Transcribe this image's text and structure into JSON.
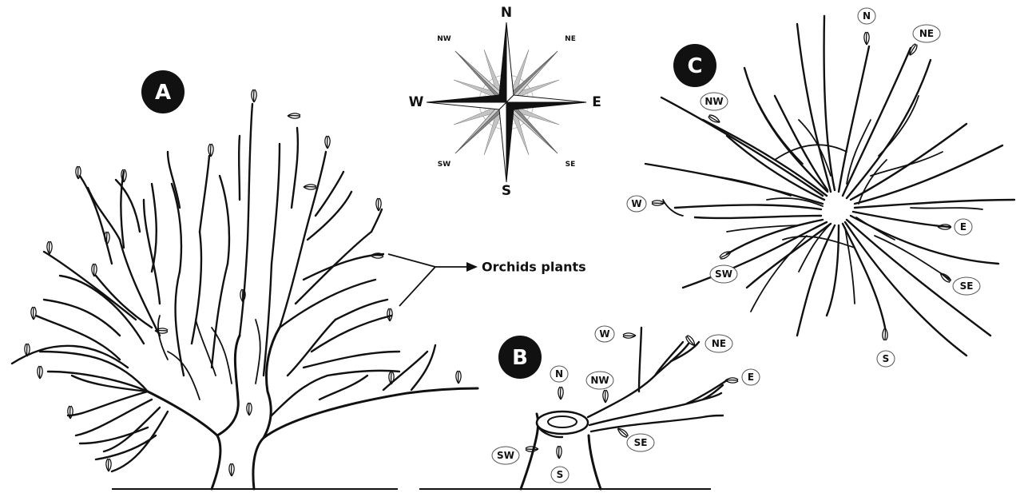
{
  "panels": {
    "a": {
      "label": "A"
    },
    "b": {
      "label": "B"
    },
    "c": {
      "label": "C"
    }
  },
  "annotation": {
    "text": "Orchids plants"
  },
  "compass": {
    "n": "N",
    "s": "S",
    "e": "E",
    "w": "W",
    "ne": "NE",
    "nw": "NW",
    "se": "SE",
    "sw": "SW"
  },
  "stump_labels": {
    "n": "N",
    "ne": "NE",
    "nw": "NW",
    "w": "W",
    "e": "E",
    "se": "SE",
    "sw": "SW",
    "s": "S"
  },
  "crown_labels": {
    "n": "N",
    "ne": "NE",
    "nw": "NW",
    "w": "W",
    "e": "E",
    "se": "SE",
    "sw": "SW",
    "s": "S"
  },
  "colors": {
    "ink": "#111111",
    "compass_gray": "#8a8a8a",
    "compass_light": "#bdbdbd"
  }
}
